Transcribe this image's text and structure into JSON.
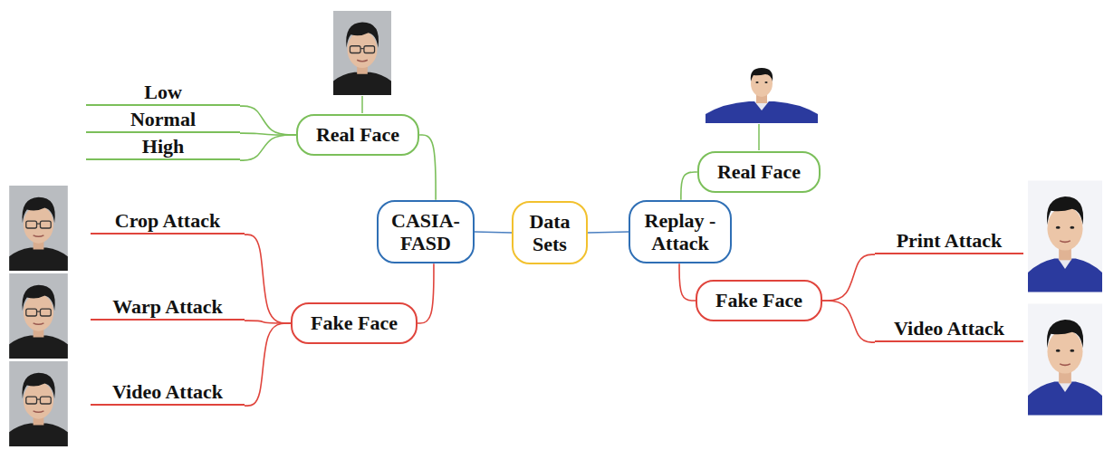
{
  "diagram": {
    "nodes": [
      {
        "text": [
          "Data Sets"
        ]
      },
      {
        "text": [
          "CASIA- FASD"
        ]
      },
      {
        "text": [
          "Real Face"
        ]
      },
      {
        "text": [
          "Low"
        ]
      },
      {
        "text": [
          "Normal"
        ]
      },
      {
        "text": [
          "High"
        ]
      },
      {
        "text": [
          "Fake Face"
        ]
      },
      {
        "text": [
          "Crop Attack"
        ]
      },
      {
        "text": [
          "Warp Attack"
        ]
      },
      {
        "text": [
          "Video Attack"
        ]
      },
      {
        "text": [
          "Replay -Attack"
        ]
      },
      {
        "text": [
          "Real Face"
        ]
      },
      {
        "text": [
          "Fake Face"
        ]
      },
      {
        "text": [
          "Print Attack"
        ]
      },
      {
        "text": [
          "Video Attack"
        ]
      }
    ],
    "edges": [
      {
        "from": 0,
        "to": 1,
        "arrow": "none"
      },
      {
        "from": 1,
        "to": 2,
        "arrow": "none"
      },
      {
        "from": 2,
        "to": 3,
        "arrow": "none"
      },
      {
        "from": 2,
        "to": 4,
        "arrow": "none"
      },
      {
        "from": 2,
        "to": 5,
        "arrow": "none"
      },
      {
        "from": 1,
        "to": 6,
        "arrow": "none"
      },
      {
        "from": 6,
        "to": 7,
        "arrow": "none"
      },
      {
        "from": 6,
        "to": 8,
        "arrow": "none"
      },
      {
        "from": 6,
        "to": 9,
        "arrow": "none"
      },
      {
        "from": 0,
        "to": 10,
        "arrow": "none"
      },
      {
        "from": 10,
        "to": 11,
        "arrow": "none"
      },
      {
        "from": 10,
        "to": 12,
        "arrow": "none"
      },
      {
        "from": 12,
        "to": 13,
        "arrow": "none"
      },
      {
        "from": 12,
        "to": 14,
        "arrow": "none"
      }
    ]
  }
}
